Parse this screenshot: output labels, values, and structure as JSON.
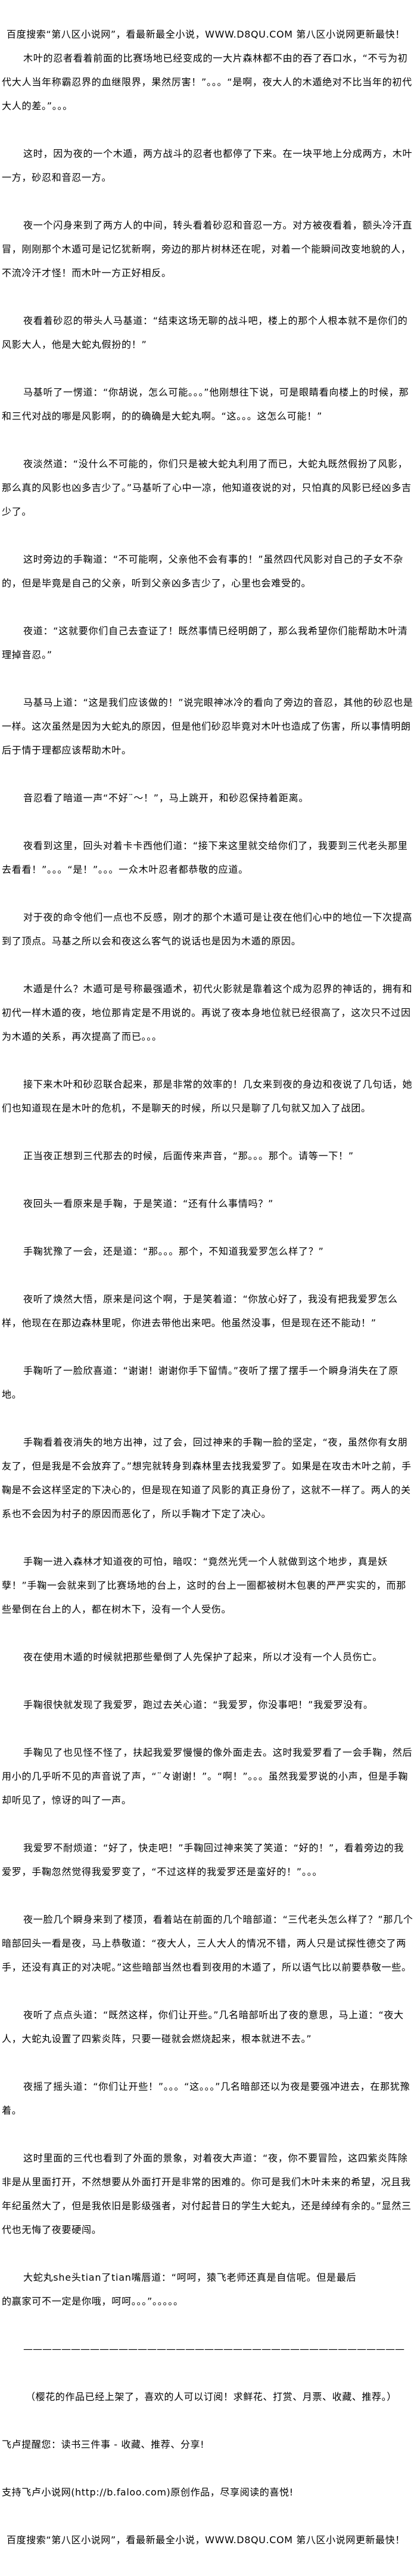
{
  "banner": "百度搜索“第八区小说网”，看最新最全小说，WWW.D8QU.COM  第八区小说网更新最快！",
  "paragraphs": [
    "木叶的忍者看着前面的比赛场地已经变成的一大片森林都不由的吞了吞口水，“不亏为初代大人当年称霸忍界的血继限界，果然厉害！”。。。“是啊，夜大人的木遁绝对不比当年的初代大人的差。”。。。",
    "这时，因为夜的一个木遁，两方战斗的忍者也都停了下来。在一块平地上分成两方，木叶一方，砂忍和音忍一方。",
    "夜一个闪身来到了两方人的中间，转头看着砂忍和音忍一方。对方被夜看着，额头冷汗直冒，刚刚那个木遁可是记忆犹新啊，旁边的那片树林还在呢，对着一个能瞬间改变地貌的人，不流冷汗才怪！而木叶一方正好相反。",
    "夜看着砂忍的带头人马基道：“结束这场无聊的战斗吧，楼上的那个人根本就不是你们的风影大人，他是大蛇丸假扮的！”",
    "马基听了一愣道：“你胡说，怎么可能。。。”他刚想往下说，可是眼睛看向楼上的时候，那和三代对战的哪是风影啊，的的确确是大蛇丸啊。“这。。。这怎么可能！”",
    "夜淡然道：“没什么不可能的，你们只是被大蛇丸利用了而已，大蛇丸既然假扮了风影，那么真的风影也凶多吉少了。”马基听了心中一凉，他知道夜说的对，只怕真的风影已经凶多吉少了。",
    "这时旁边的手鞠道：“不可能啊，父亲他不会有事的！”虽然四代风影对自己的子女不杂的，但是毕竟是自己的父亲，听到父亲凶多吉少了，心里也会难受的。",
    "夜道：“这就要你们自己去查证了！既然事情已经明朗了，那么我希望你们能帮助木叶清理掉音忍。”",
    "马基马上道：“这是我们应该做的！”说完眼神冰冷的看向了旁边的音忍，其他的砂忍也是一样。这次虽然是因为大蛇丸的原因，但是他们砂忍毕竟对木叶也造成了伤害，所以事情明朗后于情于理都应该帮助木叶。",
    "音忍看了暗道一声“不好¨～！”，马上跳开，和砂忍保持着距离。",
    "夜看到这里，回头对着卡卡西他们道：“接下来这里就交给你们了，我要到三代老头那里去看看！”。。。“是！”。。。一众木叶忍者都恭敬的应道。",
    "对于夜的命令他们一点也不反感，刚才的那个木遁可是让夜在他们心中的地位一下次提高到了顶点。马基之所以会和夜这么客气的说话也是因为木遁的原因。",
    "木遁是什么？木遁可是号称最强遁术，初代火影就是靠着这个成为忍界的神话的，拥有和初代一样木遁的夜，地位那肯定是不用说的。再说了夜本身地位就已经很高了，这次只不过因为木遁的关系，再次提高了而已。。。",
    "接下来木叶和砂忍联合起来，那是非常的效率的！几女来到夜的身边和夜说了几句话，她们也知道现在是木叶的危机，不是聊天的时候，所以只是聊了几句就又加入了战团。",
    "正当夜正想到三代那去的时候，后面传来声音，“那。。。那个。请等一下！”",
    "夜回头一看原来是手鞠，于是笑道：“还有什么事情吗？”",
    "手鞠犹豫了一会，还是道：“那。。。那个，不知道我爱罗怎么样了？”",
    "夜听了焕然大悟，原来是问这个啊，于是笑着道：“你放心好了，我没有把我爱罗怎么样，他现在在那边森林里呢，你进去带他出来吧。他虽然没事，但是现在还不能动！”",
    "手鞠听了一脸欣喜道：“谢谢！谢谢你手下留情。”夜听了摆了摆手一个瞬身消失在了原地。",
    "手鞠看着夜消失的地方出神，过了会，回过神来的手鞠一脸的坚定，“夜，虽然你有女朋友了，但是我是不会放弃了。”想完就转身到森林里去找我爱罗了。如果是在攻击木叶之前，手鞠是不会这样坚定的下决心的，但是现在知道了风影的真正身份了，这就不一样了。两人的关系也不会因为村子的原因而恶化了，所以手鞠才下定了决心。",
    "手鞠一进入森林才知道夜的可怕，暗叹：“竟然光凭一个人就做到这个地步，真是妖孽！”手鞠一会就来到了比赛场地的台上，这时的台上一圈都被树木包裹的严严实实的，而那些晕倒在台上的人，都在树木下，没有一个人受伤。",
    "夜在使用木遁的时候就把那些晕倒了人先保护了起来，所以才没有一个人员伤亡。",
    "手鞠很快就发现了我爱罗，跑过去关心道：“我爱罗，你没事吧！”我爱罗没有。",
    "手鞠见了也见怪不怪了，扶起我爱罗慢慢的像外面走去。这时我爱罗看了一会手鞠，然后用小的几乎听不见的声音说了声，“¨々谢谢！”。“啊！”。。。虽然我爱罗说的小声，但是手鞠却听见了，惊讶的叫了一声。",
    "我爱罗不耐烦道：“好了，快走吧！”手鞠回过神来笑了笑道：“好的！”，看着旁边的我爱罗，手鞠忽然觉得我爱罗变了，“不过这样的我爱罗还是蛮好的！”。。。",
    "夜一脸几个瞬身来到了楼顶，看着站在前面的几个暗部道：“三代老头怎么样了？”那几个暗部回头一看是夜，马上恭敬道：“夜大人，三人大人的情况不错，两人只是试探性德交了两手，还没有真正的对决呢。”这些暗部当然也看到夜用的木遁了，所以语气比以前要恭敬一些。",
    "夜听了点点头道：“既然这样，你们让开些。”几名暗部听出了夜的意思，马上道：“夜大人，大蛇丸设置了四紫炎阵，只要一碰就会燃烧起来，根本就进不去。”",
    "夜摇了摇头道：“你们让开些！”。。。“这。。。”几名暗部还以为夜是要强冲进去，在那犹豫着。",
    "这时里面的三代也看到了外面的景象，对着夜大声道：“夜，你不要冒险，这四紫炎阵除非是从里面打开，不然想要从外面打开是非常的困难的。你可是我们木叶未来的希望，况且我年纪虽然大了，但是我依旧是影级强者，对付起昔日的学生大蛇丸，还是绰绰有余的。”显然三代也无悔了夜要硬闯。"
  ],
  "last_paragraph": {
    "line1": "大蛇丸she头tian了tian嘴唇道：“呵呵，猿飞老师还真是自信呢。但是最后",
    "line2": "的赢家可不一定是你哦，呵呵。。。”。。。。。"
  },
  "separator": "————————————————————————————————————————",
  "author_note": "（樱花的作品已经上架了，喜欢的人可以订阅！求鲜花、打赏、月票、收藏、推荐。）",
  "faloo_reminder": "飞卢提醒您：读书三件事 - 收藏、推荐、分享!",
  "faloo_support": "支持飞卢小说网(http://b.faloo.com)原创作品，尽享阅读的喜悦!",
  "footer_banner": "百度搜索“第八区小说网”，看最新最全小说，WWW.D8QU.COM  第八区小说网更新最快！"
}
